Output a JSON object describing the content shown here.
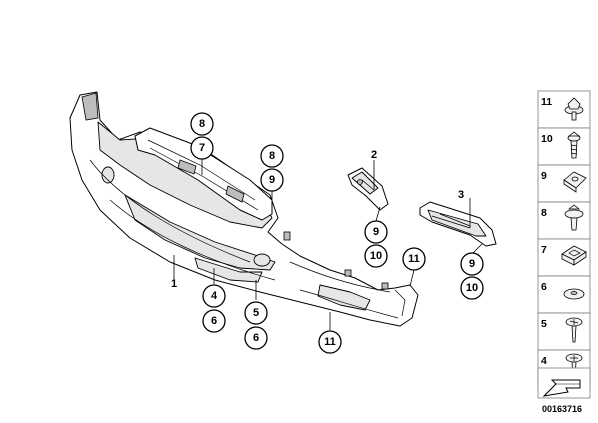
{
  "callouts": [
    {
      "id": "c8a",
      "label": "8"
    },
    {
      "id": "c7",
      "label": "7"
    },
    {
      "id": "c8b",
      "label": "8"
    },
    {
      "id": "c9a",
      "label": "9"
    },
    {
      "id": "c9b",
      "label": "9"
    },
    {
      "id": "c10a",
      "label": "10"
    },
    {
      "id": "c11a",
      "label": "11"
    },
    {
      "id": "c9c",
      "label": "9"
    },
    {
      "id": "c10b",
      "label": "10"
    },
    {
      "id": "c4",
      "label": "4"
    },
    {
      "id": "c6a",
      "label": "6"
    },
    {
      "id": "c5",
      "label": "5"
    },
    {
      "id": "c6b",
      "label": "6"
    },
    {
      "id": "c11b",
      "label": "11"
    }
  ],
  "part_labels": {
    "p1": "1",
    "p2": "2",
    "p3": "3"
  },
  "legend": [
    {
      "num": "11",
      "icon": "screw-flange-head-icon"
    },
    {
      "num": "10",
      "icon": "screw-washer-head-icon"
    },
    {
      "num": "9",
      "icon": "clip-nut-icon"
    },
    {
      "num": "8",
      "icon": "expanding-rivet-icon"
    },
    {
      "num": "7",
      "icon": "square-nut-icon"
    },
    {
      "num": "6",
      "icon": "washer-icon"
    },
    {
      "num": "5",
      "icon": "tapping-screw-icon"
    },
    {
      "num": "4",
      "icon": "torx-screw-icon"
    }
  ],
  "legend_arrow_icon": "direction-arrow-icon",
  "doc_id": "00163716"
}
